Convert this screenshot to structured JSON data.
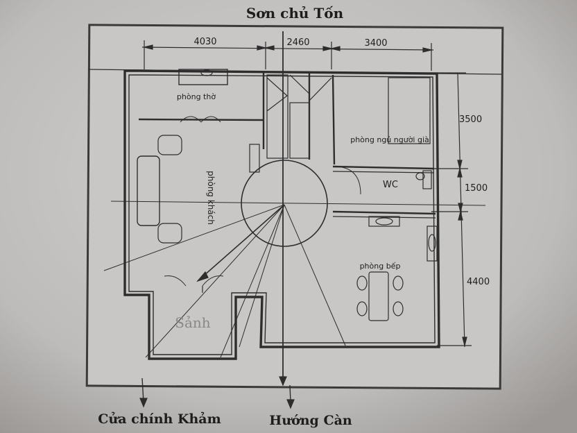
{
  "title": "Sơn chủ Tốn",
  "dimensions": {
    "top": [
      "4030",
      "2460",
      "3400"
    ],
    "right": [
      "3500",
      "1500",
      "4400"
    ]
  },
  "rooms": {
    "altar": "phòng thờ",
    "elder_bedroom": "phòng ngủ người già",
    "wc": "WC",
    "living": "phòng khách",
    "kitchen": "phòng bếp",
    "hall": "Sảnh"
  },
  "captions": {
    "main_door": "Cửa chính Khảm",
    "direction": "Hướng Càn"
  }
}
